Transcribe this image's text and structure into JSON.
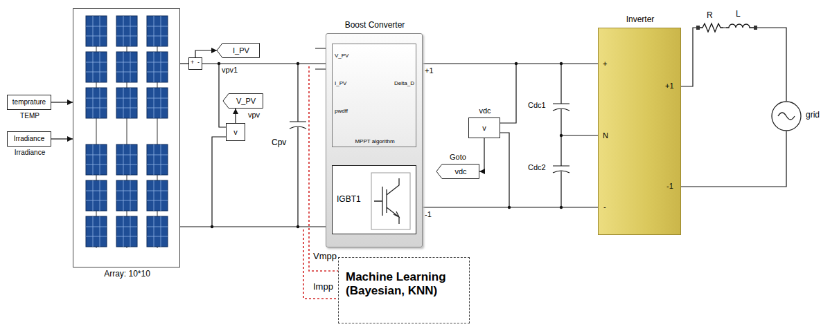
{
  "diagram": {
    "nodes": [
      {
        "text": [
          "temprature",
          "TEMP"
        ]
      },
      {
        "text": [
          "Irradiance",
          "Irradiance"
        ]
      },
      {
        "text": [
          "Array: 10*10"
        ]
      },
      {
        "text": [
          "+",
          "-"
        ]
      },
      {
        "text": [
          "I_PV"
        ]
      },
      {
        "text": [
          "v"
        ]
      },
      {
        "text": [
          "V_PV"
        ]
      },
      {
        "text": [
          "Boost Converter"
        ]
      },
      {
        "text": [
          "V_PV",
          "I_PV",
          "pwdff",
          "Delta_D",
          "MPPT algorithm"
        ],
        "in": 7
      },
      {
        "text": [
          "IGBT1"
        ],
        "in": 7
      },
      {
        "text": [
          "vdc",
          "v"
        ]
      },
      {
        "text": [
          "Goto",
          "vdc"
        ]
      },
      {
        "text": [
          "Inverter",
          "+",
          "N",
          "-",
          "+1",
          "-1"
        ]
      },
      {
        "text": [
          "grid"
        ]
      },
      {
        "text": [
          "Machine Learning (Bayesian, KNN)"
        ]
      }
    ],
    "edges": [
      {
        "from": 0,
        "to": 2,
        "arrow": "to"
      },
      {
        "from": 1,
        "to": 2,
        "arrow": "to"
      },
      {
        "from": 2,
        "to": 3,
        "arrow": "none"
      },
      {
        "from": 3,
        "to": 4,
        "arrow": "to"
      },
      {
        "from": 5,
        "to": 6,
        "arrow": "to"
      },
      {
        "from": 3,
        "to": 7,
        "arrow": "none"
      },
      {
        "from": 2,
        "to": 7,
        "arrow": "none"
      },
      {
        "from": 7,
        "to": 12,
        "arrow": "none"
      },
      {
        "from": 7,
        "to": 12,
        "arrow": "none"
      },
      {
        "from": 10,
        "to": 11,
        "arrow": "to"
      },
      {
        "from": 12,
        "to": 13,
        "arrow": "none"
      },
      {
        "from": 12,
        "to": 13,
        "arrow": "none"
      }
    ],
    "labels": [
      "vpv1",
      "vpv",
      "Cpv",
      "+1",
      "-1",
      "Cdc1",
      "Cdc2",
      "R",
      "L",
      "Vmpp",
      "Impp"
    ]
  }
}
